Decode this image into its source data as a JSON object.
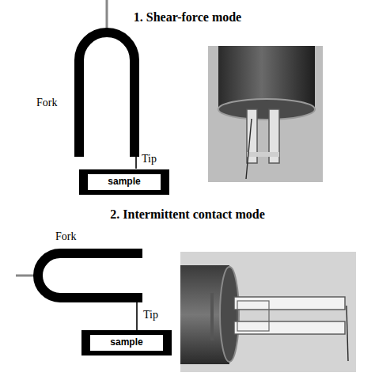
{
  "diagram": {
    "nodes": [
      {
        "text": [
          "sample"
        ]
      },
      {
        "text": [
          "sample"
        ]
      }
    ],
    "labels": [
      "1. Shear-force mode",
      "Fork",
      "Tip",
      "2. Intermittent contact mode",
      "Fork",
      "Tip"
    ]
  }
}
